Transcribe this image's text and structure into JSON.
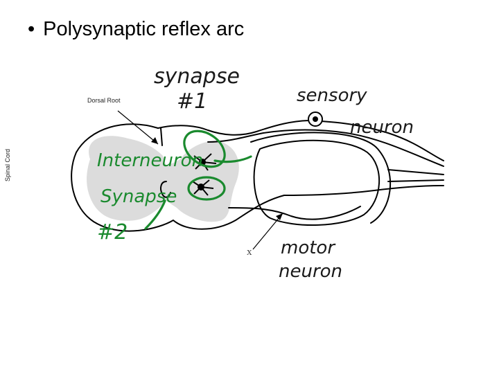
{
  "title": {
    "bullet": "•",
    "text": "Polysynaptic reflex arc"
  },
  "labels": {
    "dorsal_root": "Dorsal Root",
    "spinal_cord": "Spinal Cord",
    "x_mark": "x"
  },
  "handwritten": {
    "synapse_1_line1": "synapse",
    "synapse_1_line2": "#1",
    "sensory_line1": "sensory",
    "sensory_line2": "neuron",
    "interneuron": "Interneuron",
    "synapse_2_line1": "Synapse",
    "synapse_2_line2": "#2",
    "motor_line1": "motor",
    "motor_line2": "neuron"
  },
  "colors": {
    "annotation_green": "#1a8a2e",
    "annotation_ink": "#1a1a1a",
    "gray_matter": "#dcdcdc"
  }
}
